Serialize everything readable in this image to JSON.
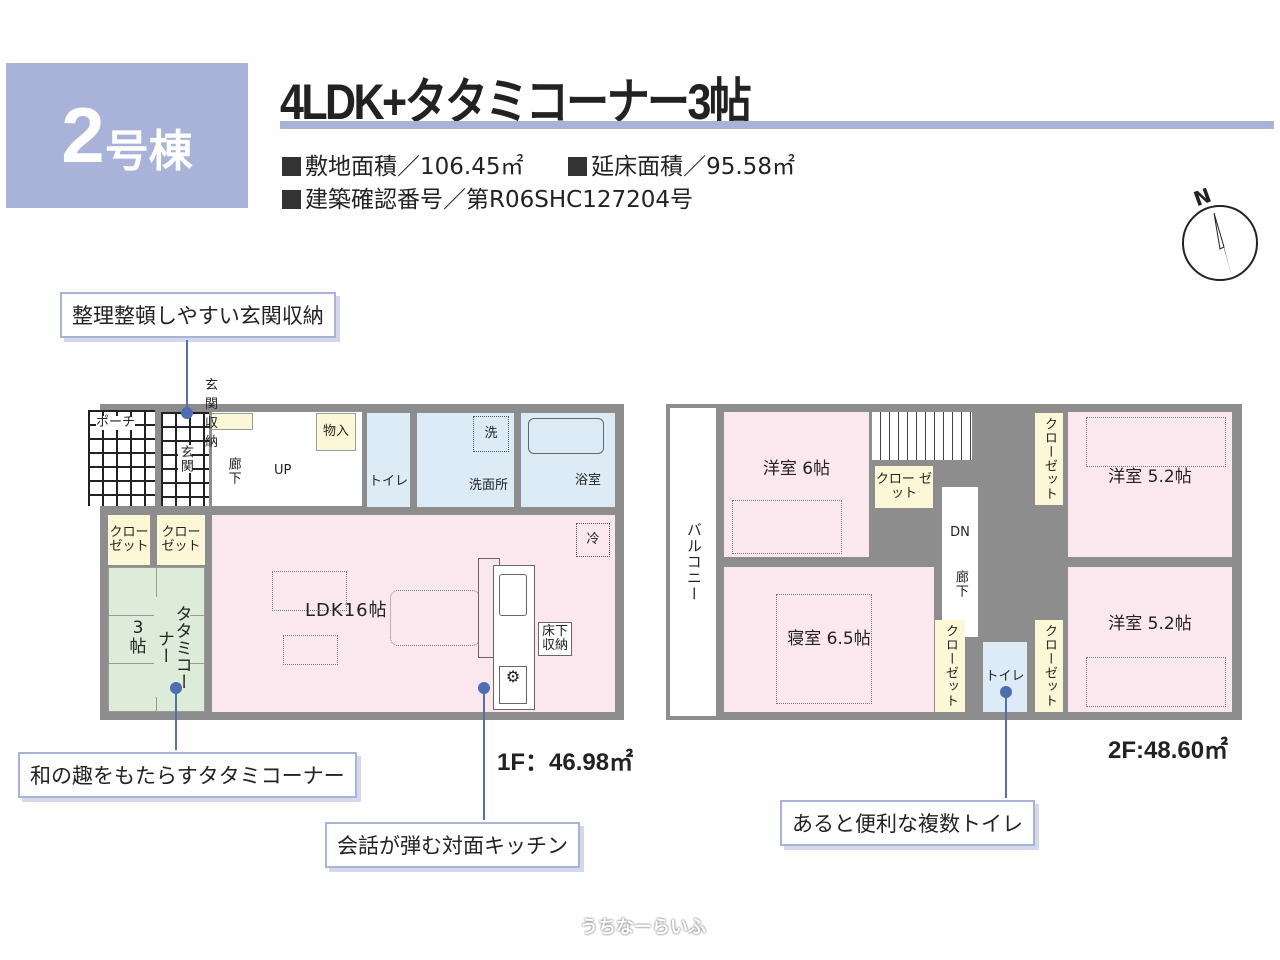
{
  "header": {
    "building_number": "2",
    "building_unit": "号棟",
    "title": "4LDK+タタミコーナー3帖",
    "site_area": "敷地面積／106.45㎡",
    "floor_area": "延床面積／95.58㎡",
    "permit": "建築確認番号／第R06SHC127204号"
  },
  "compass": {
    "label": "N"
  },
  "floor1": {
    "area": "1F：46.98㎡",
    "rooms": {
      "porch": "ポーチ",
      "genkan": "玄関",
      "genkan_storage": "玄関収納",
      "hallway": "廊下",
      "up": "UP",
      "storage": "物入",
      "toilet": "トイレ",
      "washroom": "洗面所",
      "washer": "洗",
      "bath": "浴室",
      "closet1": "クロー ゼット",
      "closet2": "クロー ゼット",
      "tatami": "タタミコーナー",
      "tatami_size": "3帖",
      "ldk": "LDK16帖",
      "fridge": "冷",
      "underfloor": "床下収納"
    }
  },
  "floor2": {
    "area": "2F:48.60㎡",
    "rooms": {
      "balcony": "バルコニー",
      "western1": "洋室 6帖",
      "western2": "洋室 5.2帖",
      "western3": "洋室 5.2帖",
      "bedroom": "寝室 6.5帖",
      "closet_a": "クロー ゼット",
      "closet_b": "クローゼット",
      "closet_c": "クローゼット",
      "closet_d": "クローゼット",
      "dn": "DN",
      "hallway": "廊下",
      "toilet": "トイレ"
    }
  },
  "callouts": {
    "entrance": "整理整頓しやすい玄関収納",
    "tatami": "和の趣をもたらすタタミコーナー",
    "kitchen": "会話が弾む対面キッチン",
    "toilet": "あると便利な複数トイレ"
  },
  "watermark": "うちなーらいふ"
}
